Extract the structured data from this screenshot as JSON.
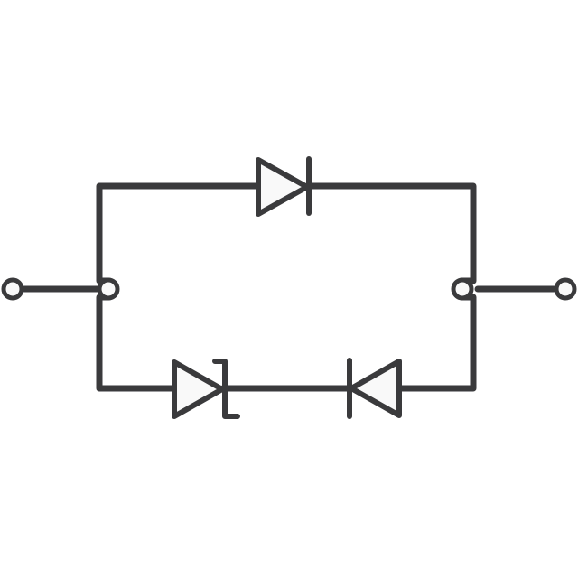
{
  "colors": {
    "stroke": "#3a3a3c",
    "fill": "#f9f9f9",
    "background": "#ffffff"
  },
  "components": [
    {
      "name": "diode-top",
      "type": "diode",
      "orientation": "pointing-right"
    },
    {
      "name": "zener-diode-bottom-left",
      "type": "zener-diode",
      "orientation": "pointing-right"
    },
    {
      "name": "diode-bottom-right",
      "type": "diode",
      "orientation": "pointing-left"
    }
  ],
  "terminals": [
    {
      "name": "terminal-left-outer"
    },
    {
      "name": "terminal-left-junction"
    },
    {
      "name": "terminal-right-junction"
    },
    {
      "name": "terminal-right-outer"
    }
  ]
}
